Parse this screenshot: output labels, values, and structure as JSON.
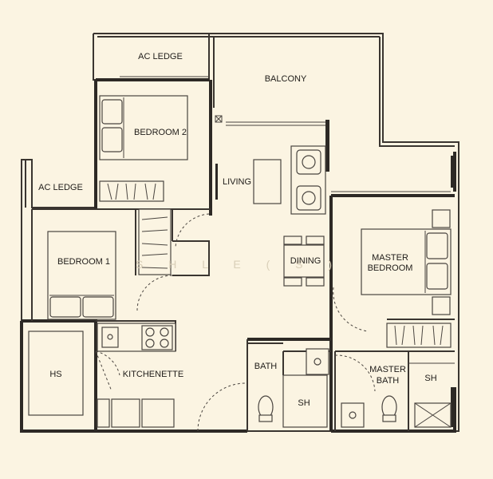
{
  "rooms": {
    "ac_ledge_top": "AC LEDGE",
    "balcony": "BALCONY",
    "bedroom2": "BEDROOM 2",
    "ac_ledge_left": "AC LEDGE",
    "living": "LIVING",
    "bedroom1": "BEDROOM 1",
    "dining": "DINING",
    "master_bedroom_line1": "MASTER",
    "master_bedroom_line2": "BEDROOM",
    "hs": "HS",
    "kitchenette": "KITCHENETTE",
    "bath": "BATH",
    "sh_common": "SH",
    "master_bath_line1": "MASTER",
    "master_bath_line2": "BATH",
    "sh_master": "SH"
  },
  "watermark": "S H L E   ( S )"
}
